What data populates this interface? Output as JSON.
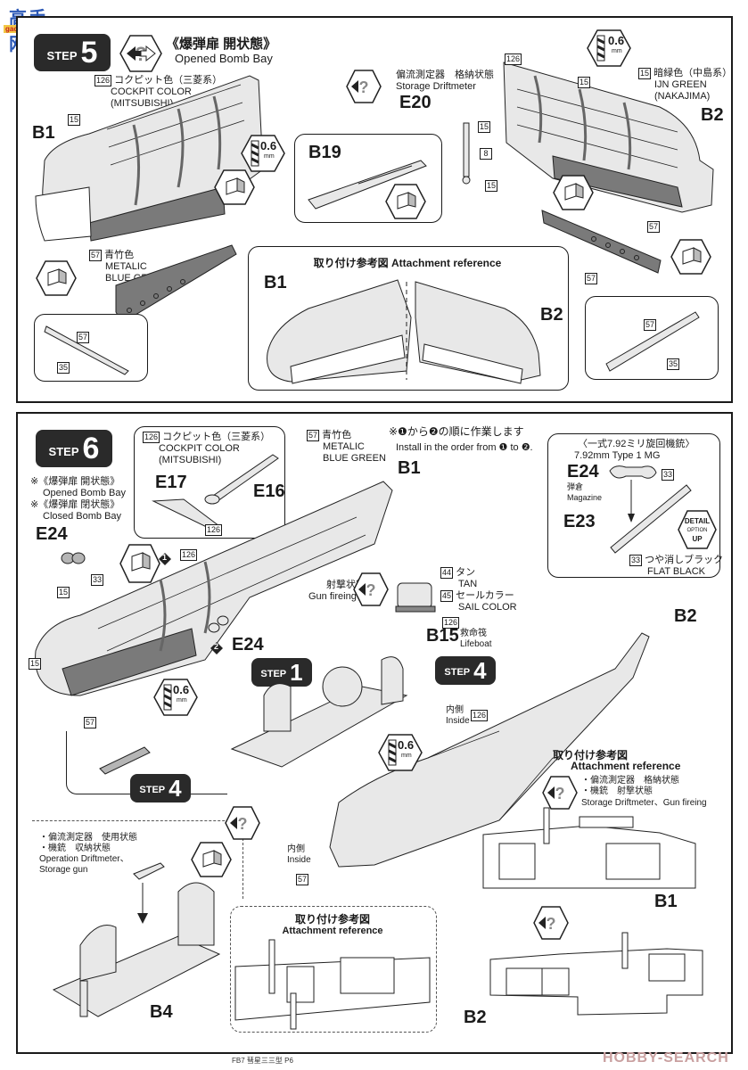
{
  "logo": {
    "text": "高手网",
    "domain": "gao-shou.com"
  },
  "step5": {
    "step_word": "STEP",
    "step_number": "5",
    "variant_jp": "《爆弾扉 開状態》",
    "variant_en": "Opened Bomb Bay",
    "cockpit_color": {
      "code": "126",
      "jp": "コクピット色（三菱系）",
      "en1": "COCKPIT COLOR",
      "en2": "(MITSUBISHI)"
    },
    "parts": {
      "b1": "B1",
      "b2": "B2",
      "b19": "B19",
      "e20": "E20"
    },
    "drill": {
      "value": "0.6",
      "unit": "mm"
    },
    "color_15": "15",
    "color_8": "8",
    "metalic": {
      "code": "57",
      "jp": "青竹色",
      "en1": "METALIC",
      "en2": "BLUE GREEN"
    },
    "ijn_green": {
      "code": "15",
      "jp": "暗緑色（中島系）",
      "en1": "IJN GREEN",
      "en2": "(NAKAJIMA)"
    },
    "driftmeter": {
      "jp": "偏流測定器　格納状態",
      "en": "Storage Driftmeter"
    },
    "detail_colors": {
      "a": "57",
      "b": "35"
    },
    "attachment_ref": {
      "jp": "取り付け参考図",
      "en": "Attachment reference",
      "left": "B1",
      "right": "B2"
    }
  },
  "step6": {
    "step_word": "STEP",
    "step_number": "6",
    "notes": [
      {
        "jp": "※《爆弾扉 開状態》",
        "en": "Opened Bomb Bay"
      },
      {
        "jp": "※《爆弾扉 閉状態》",
        "en": "Closed Bomb Bay"
      }
    ],
    "inset_cockpit": {
      "code": "126",
      "jp": "コクピット色（三菱系）",
      "en1": "COCKPIT COLOR",
      "en2": "(MITSUBISHI)",
      "p1": "E17",
      "p2": "E16",
      "code2": "126"
    },
    "metalic": {
      "code": "57",
      "jp": "青竹色",
      "en1": "METALIC",
      "en2": "BLUE GREEN"
    },
    "order_note": {
      "jp": "※❶から❷の順に作業します",
      "en": "Install in the order from ❶ to ❷."
    },
    "mg_inset": {
      "title_jp": "〈一式7.92ミリ旋回機銃〉",
      "title_en": "7.92mm Type 1 MG",
      "magazine_part": "E24",
      "magazine_jp": "弾倉",
      "magazine_en": "Magazine",
      "gun_part": "E23",
      "color_code": "33",
      "color_jp": "つや消しブラック",
      "color_en": "FLAT BLACK",
      "detail_badge": [
        "DETAIL",
        "OPTION",
        "UP"
      ]
    },
    "parts": {
      "b1": "B1",
      "b2": "B2",
      "e24a": "E24",
      "e24b": "E24",
      "b15": "B15",
      "b4": "B4"
    },
    "e24_color": "33",
    "color_15": "15",
    "color_126": "126",
    "color_57": "57",
    "drill": {
      "value": "0.6",
      "unit": "mm"
    },
    "order_marks": [
      "1",
      "2"
    ],
    "gun_firing": {
      "jp": "射撃状態",
      "en": "Gun fireing"
    },
    "lifeboat": {
      "part": "B15",
      "jp": "救命筏",
      "en": "Lifeboat",
      "colors": [
        {
          "code": "44",
          "jp": "タン",
          "en": "TAN"
        },
        {
          "code": "45",
          "jp": "セールカラー",
          "en": "SAIL COLOR"
        },
        {
          "code": "126"
        }
      ]
    },
    "step_refs": [
      {
        "word": "STEP",
        "number": "1"
      },
      {
        "word": "STEP",
        "number": "4"
      },
      {
        "word": "STEP",
        "number": "4"
      }
    ],
    "inside_label_1": {
      "jp": "内側",
      "en": "Inside",
      "code": "126"
    },
    "inside_label_2": {
      "jp": "内側",
      "en": "Inside",
      "code": "57"
    },
    "attach_ref_right": {
      "jp": "取り付け参考図",
      "en": "Attachment reference",
      "line1": "・偏流測定器　格納状態",
      "line2": "・機銃　射撃状態",
      "line3": "Storage Driftmeter、Gun fireing",
      "part_top": "B1",
      "part_bottom": "B2"
    },
    "alt_option": {
      "line1": "・偏流測定器　使用状態",
      "line2": "・機銃　収納状態",
      "line3": "Operation Driftmeter、",
      "line4": "Storage gun"
    },
    "attach_ref_center": {
      "jp": "取り付け参考図",
      "en": "Attachment reference"
    }
  },
  "footer": {
    "text": "FB7 彗星三三型 P6"
  },
  "watermark": {
    "text": "HOBBY-SEARCH"
  }
}
